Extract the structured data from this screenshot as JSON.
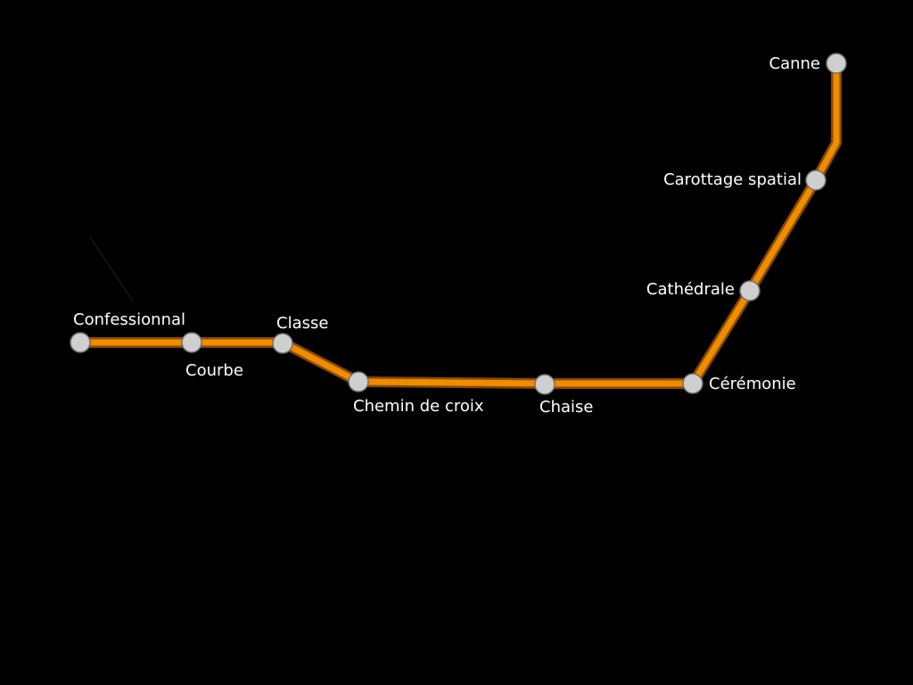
{
  "line": {
    "color": "#f08c00",
    "edge_color": "#8a4a00"
  },
  "station_style": {
    "fill": "#cfcfcf",
    "stroke": "#6e6e6e"
  },
  "stations": [
    {
      "id": "confessionnal",
      "label": "Confessionnal"
    },
    {
      "id": "courbe",
      "label": "Courbe"
    },
    {
      "id": "classe",
      "label": "Classe"
    },
    {
      "id": "chemin-de-croix",
      "label": "Chemin de croix"
    },
    {
      "id": "chaise",
      "label": "Chaise"
    },
    {
      "id": "ceremonie",
      "label": "Cérémonie"
    },
    {
      "id": "cathedrale",
      "label": "Cathédrale"
    },
    {
      "id": "carottage-spatial",
      "label": "Carottage spatial"
    },
    {
      "id": "canne",
      "label": "Canne"
    }
  ]
}
